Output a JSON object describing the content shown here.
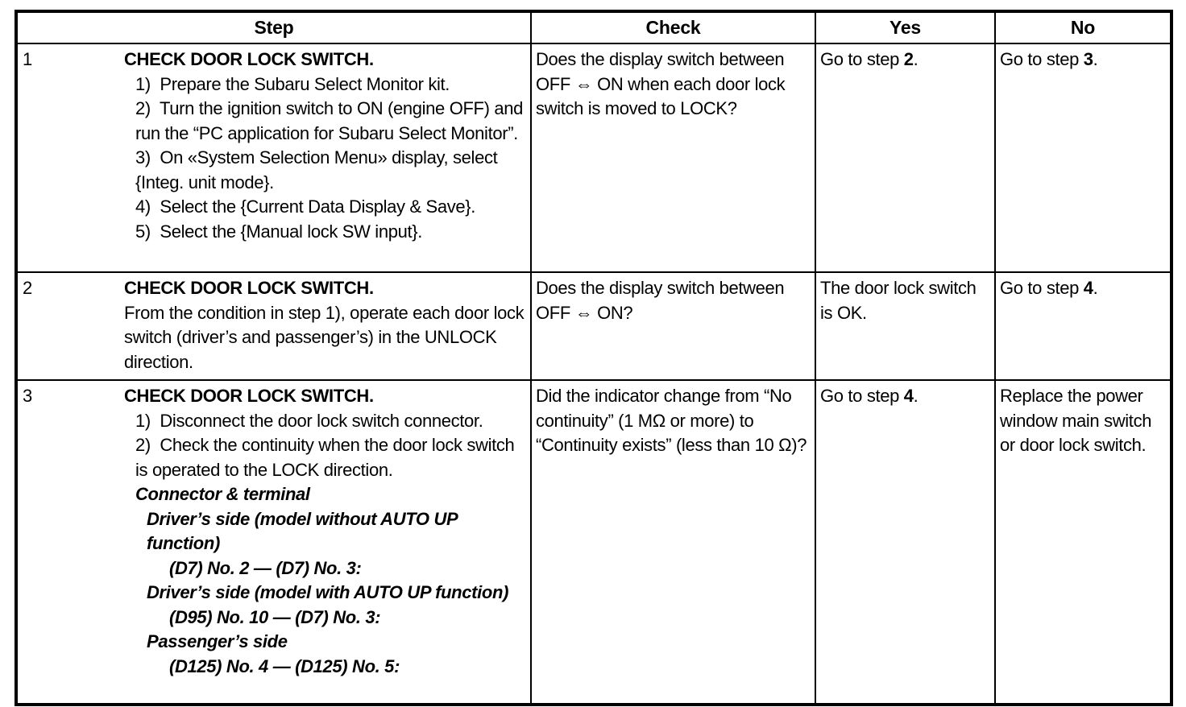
{
  "table": {
    "headers": [
      {
        "key": "step",
        "label": "Step"
      },
      {
        "key": "check",
        "label": "Check"
      },
      {
        "key": "yes",
        "label": "Yes"
      },
      {
        "key": "no",
        "label": "No"
      }
    ],
    "rows": [
      {
        "number": "1",
        "step_title": "CHECK DOOR LOCK SWITCH.",
        "step_lines": [
          "1)  Prepare the Subaru Select Monitor kit.",
          "2)  Turn the ignition switch to ON (engine OFF) and run the “PC application for Subaru Select Monitor”.",
          "3)  On «System Selection Menu» display, select {Integ. unit mode}.",
          "4)  Select the {Current Data Display & Save}.",
          "5)  Select the {Manual lock SW input}."
        ],
        "check": "Does the display switch between OFF ⇔ ON when each door lock switch is moved to LOCK?",
        "yes_prefix": "Go to step ",
        "yes_target": "2",
        "yes_suffix": ".",
        "no_prefix": "Go to step ",
        "no_target": "3",
        "no_suffix": "."
      },
      {
        "number": "2",
        "step_title": "CHECK DOOR LOCK SWITCH.",
        "step_lines": [
          "From the condition in step 1), operate each door lock switch (driver’s and passenger’s) in the UNLOCK direction."
        ],
        "check": "Does the display switch between OFF ⇔ ON?",
        "yes_prefix": "The door lock switch is OK.",
        "yes_target": "",
        "yes_suffix": "",
        "no_prefix": "Go to step ",
        "no_target": "4",
        "no_suffix": "."
      },
      {
        "number": "3",
        "step_title": "CHECK DOOR LOCK SWITCH.",
        "step_lines": [
          "1)  Disconnect the door lock switch connector.",
          "2)  Check the continuity when the door lock switch is operated to the LOCK direction."
        ],
        "connector_lines": [
          {
            "text": "Connector & terminal",
            "indent": 1
          },
          {
            "text": "Driver’s side (model without AUTO UP function)",
            "indent": 2
          },
          {
            "text": "(D7) No. 2 — (D7) No. 3:",
            "indent": 3
          },
          {
            "text": "Driver’s side (model with AUTO UP function)",
            "indent": 2
          },
          {
            "text": "(D95) No. 10 — (D7) No. 3:",
            "indent": 3
          },
          {
            "text": "Passenger’s side",
            "indent": 2
          },
          {
            "text": "(D125) No. 4 — (D125) No. 5:",
            "indent": 3
          }
        ],
        "check": "Did the indicator change from “No continuity” (1 MΩ or more) to “Continuity exists” (less than 10 Ω)?",
        "yes_prefix": "Go to step ",
        "yes_target": "4",
        "yes_suffix": ".",
        "no_prefix": "Replace the power window main switch or door lock switch.",
        "no_target": "",
        "no_suffix": ""
      }
    ]
  },
  "colors": {
    "ink": "#000000",
    "paper": "#ffffff"
  }
}
